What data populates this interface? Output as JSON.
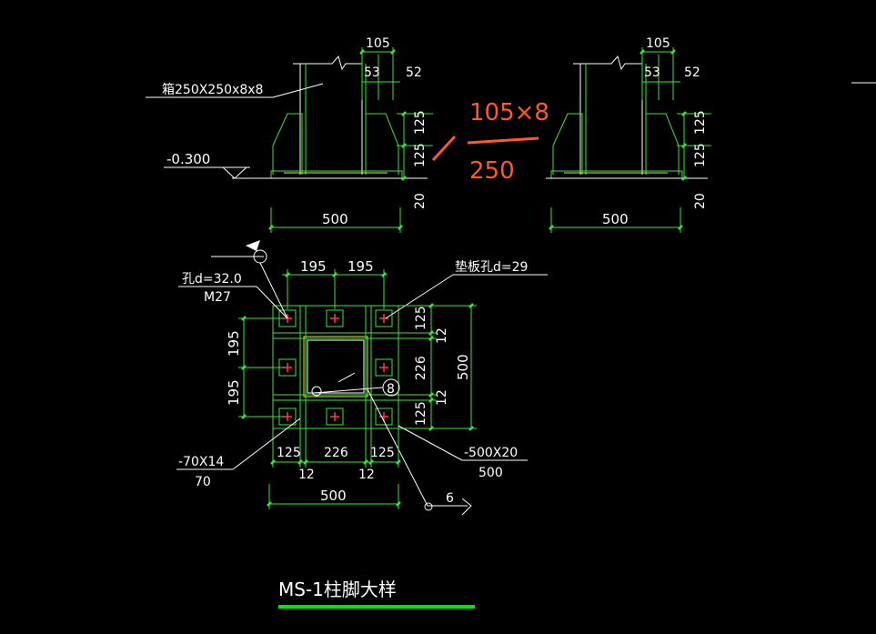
{
  "elevation_left": {
    "dim_top_1": "105",
    "dim_top_2": "53",
    "dim_top_3": "52",
    "section_label": "箱250X250x8x8",
    "level": "-0.300",
    "dim_v_1": "125",
    "dim_v_2": "125",
    "dim_v_3": "20",
    "width": "500"
  },
  "elevation_right": {
    "dim_top_1": "105",
    "dim_top_2": "53",
    "dim_top_3": "52",
    "dim_v_1": "125",
    "dim_v_2": "125",
    "dim_v_3": "20",
    "width": "500"
  },
  "handwriting": {
    "numerator": "105×8",
    "denominator": "250"
  },
  "plan": {
    "hole_label": "孔d=32.0",
    "bolt_label": "M27",
    "washer_label": "垫板孔d=29",
    "top_dim_1": "195",
    "top_dim_2": "195",
    "left_dim_1": "195",
    "left_dim_2": "195",
    "right_dim_1": "125",
    "right_dim_2": "12",
    "right_dim_3": "226",
    "right_dim_4": "12",
    "right_dim_5": "125",
    "overall_height": "500",
    "bottom_dim_1": "125",
    "bottom_dim_2": "226",
    "bottom_dim_3": "125",
    "bottom_dim_4": "12",
    "bottom_dim_5": "12",
    "overall_width": "500",
    "stiffener_top": "-70X14",
    "stiffener_bottom": "70",
    "plate_top": "-500X20",
    "plate_bottom": "500",
    "weld_size": "8",
    "weld_mark": "6"
  },
  "title": "MS-1柱脚大样",
  "colors": {
    "background": "#000000",
    "lines": "#39e639",
    "text": "#ffffff",
    "hatch": "#e8e840",
    "bolt_mark": "#ff3b3b",
    "annotation": "#ff5a1f"
  }
}
